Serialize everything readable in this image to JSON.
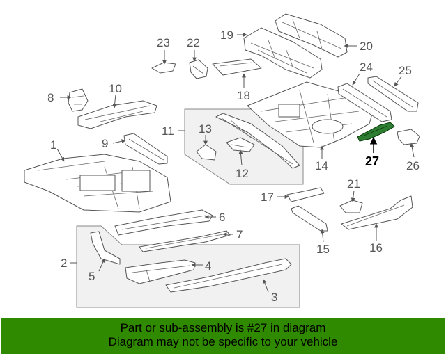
{
  "diagram": {
    "highlight_color": "#2f8a00",
    "callouts": {
      "c1": "1",
      "c2": "2",
      "c3": "3",
      "c4": "4",
      "c5": "5",
      "c6": "6",
      "c7": "7",
      "c8": "8",
      "c9": "9",
      "c10": "10",
      "c11": "11",
      "c12": "12",
      "c13": "13",
      "c14": "14",
      "c15": "15",
      "c16": "16",
      "c17": "17",
      "c18": "18",
      "c19": "19",
      "c20": "20",
      "c21": "21",
      "c22": "22",
      "c23": "23",
      "c24": "24",
      "c25": "25",
      "c26": "26",
      "c27": "27"
    },
    "highlighted_part": "27"
  },
  "banner": {
    "line1": "Part or sub-assembly is #27 in diagram",
    "line2": "Diagram may not be specific to your vehicle"
  }
}
